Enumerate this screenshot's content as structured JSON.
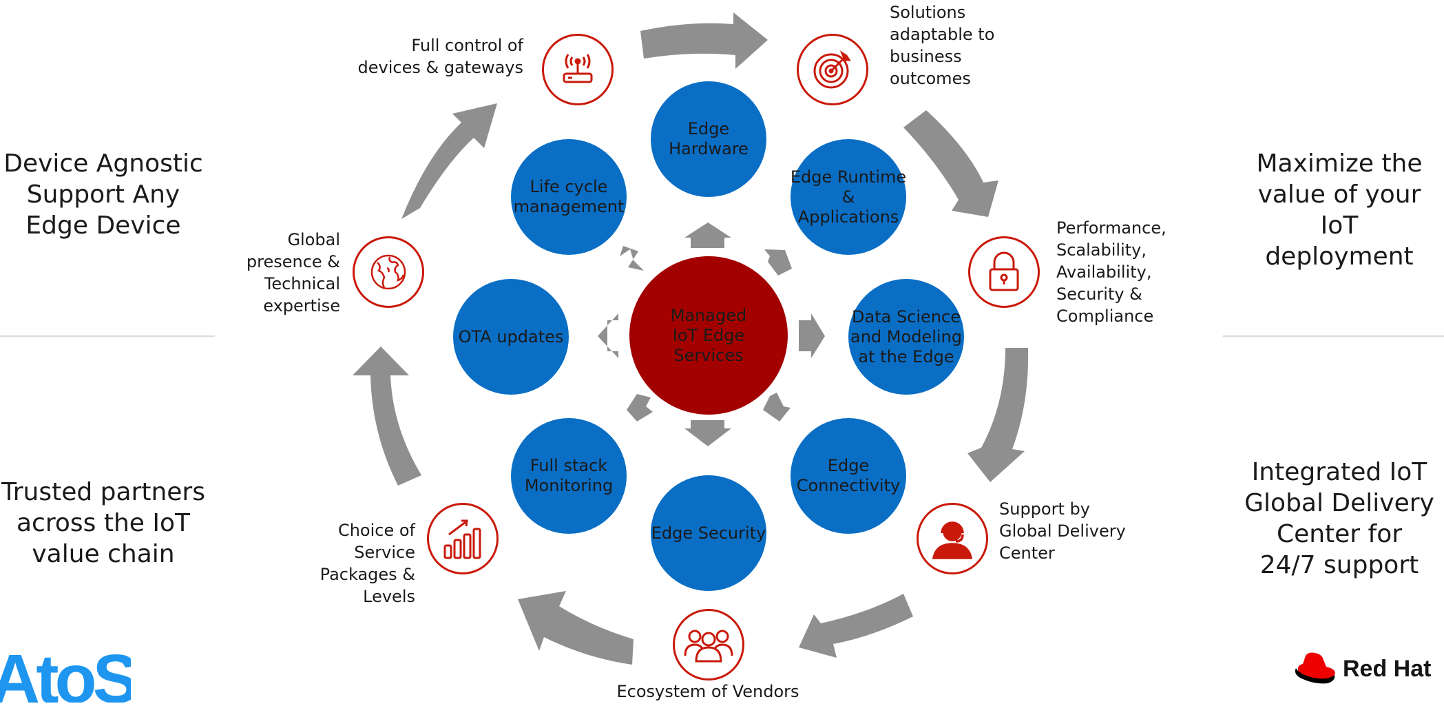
{
  "side_texts": {
    "left_top": [
      "Device Agnostic",
      "Support Any",
      "Edge Device"
    ],
    "left_bottom": [
      "Trusted partners",
      "across the IoT",
      "value chain"
    ],
    "right_top": [
      "Maximize the",
      "value of your IoT",
      "deployment"
    ],
    "right_bottom": [
      "Integrated IoT",
      "Global Delivery",
      "Center for",
      "24/7 support"
    ]
  },
  "center": [
    "Managed",
    "IoT Edge",
    "Services"
  ],
  "nodes": {
    "edge_hardware": [
      "Edge",
      "Hardware"
    ],
    "edge_runtime": [
      "Edge Runtime",
      "&",
      "Applications"
    ],
    "data_science": [
      "Data Science",
      "and Modeling",
      "at the Edge"
    ],
    "edge_connectivity": [
      "Edge",
      "Connectivity"
    ],
    "edge_security": [
      "Edge Security"
    ],
    "full_stack": [
      "Full stack",
      "Monitoring"
    ],
    "ota_updates": [
      "OTA updates"
    ],
    "life_cycle": [
      "Life cycle",
      "management"
    ]
  },
  "outer_labels": {
    "full_control": [
      "Full control of",
      "devices & gateways"
    ],
    "solutions": [
      "Solutions",
      "adaptable to",
      "business",
      "outcomes"
    ],
    "performance": [
      "Performance,",
      "Scalability,",
      "Availability,",
      "Security &",
      "Compliance"
    ],
    "support": [
      "Support by",
      "Global Delivery",
      "Center"
    ],
    "ecosystem": [
      "Ecosystem of Vendors"
    ],
    "choice": [
      "Choice of",
      "Service",
      "Packages &",
      "Levels"
    ],
    "global": [
      "Global",
      "presence &",
      "Technical",
      "expertise"
    ]
  },
  "icons": {
    "full_control": "router-icon",
    "solutions": "target-icon",
    "performance": "padlock-icon",
    "support": "support-agent-icon",
    "ecosystem": "people-group-icon",
    "choice": "bar-chart-growth-icon",
    "global": "globe-icon"
  },
  "logos": {
    "left": "AtoS",
    "right": "Red Hat"
  },
  "colors": {
    "node_blue": "#0a6ec5",
    "hub_red": "#a30000",
    "icon_red": "#c9190b",
    "arrow_gray": "#8f8f8f",
    "atos_blue": "#1e96f0"
  }
}
